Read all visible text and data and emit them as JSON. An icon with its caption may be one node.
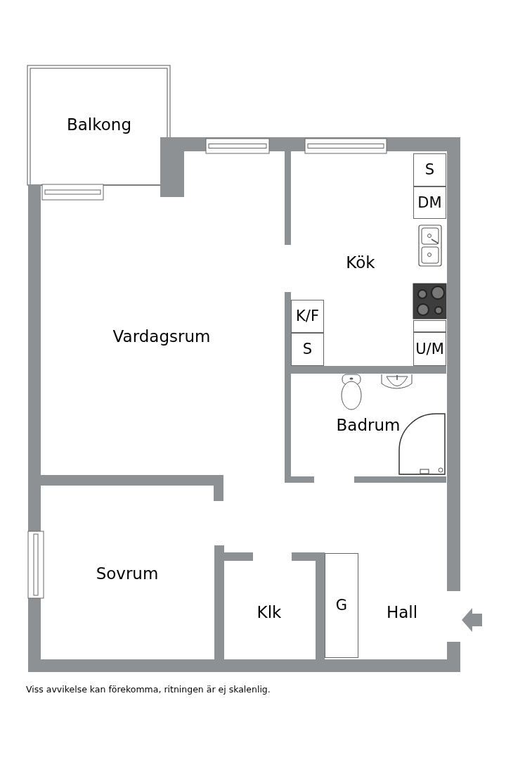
{
  "diagram": {
    "caption": "Viss avvikelse kan förekomma, ritningen är ej skalenlig.",
    "nodes": [
      {
        "text": [
          "S"
        ]
      },
      {
        "text": [
          "DM"
        ]
      },
      {
        "text": [],
        "shape": "box"
      },
      {
        "text": [
          "U/M"
        ]
      },
      {
        "text": [
          "K/F"
        ]
      },
      {
        "text": [
          "S"
        ]
      },
      {
        "text": [
          "G"
        ]
      }
    ],
    "labels": [
      "Balkong",
      "Vardagsrum",
      "Kök",
      "Badrum",
      "Sovrum",
      "Klk",
      "Hall"
    ]
  }
}
